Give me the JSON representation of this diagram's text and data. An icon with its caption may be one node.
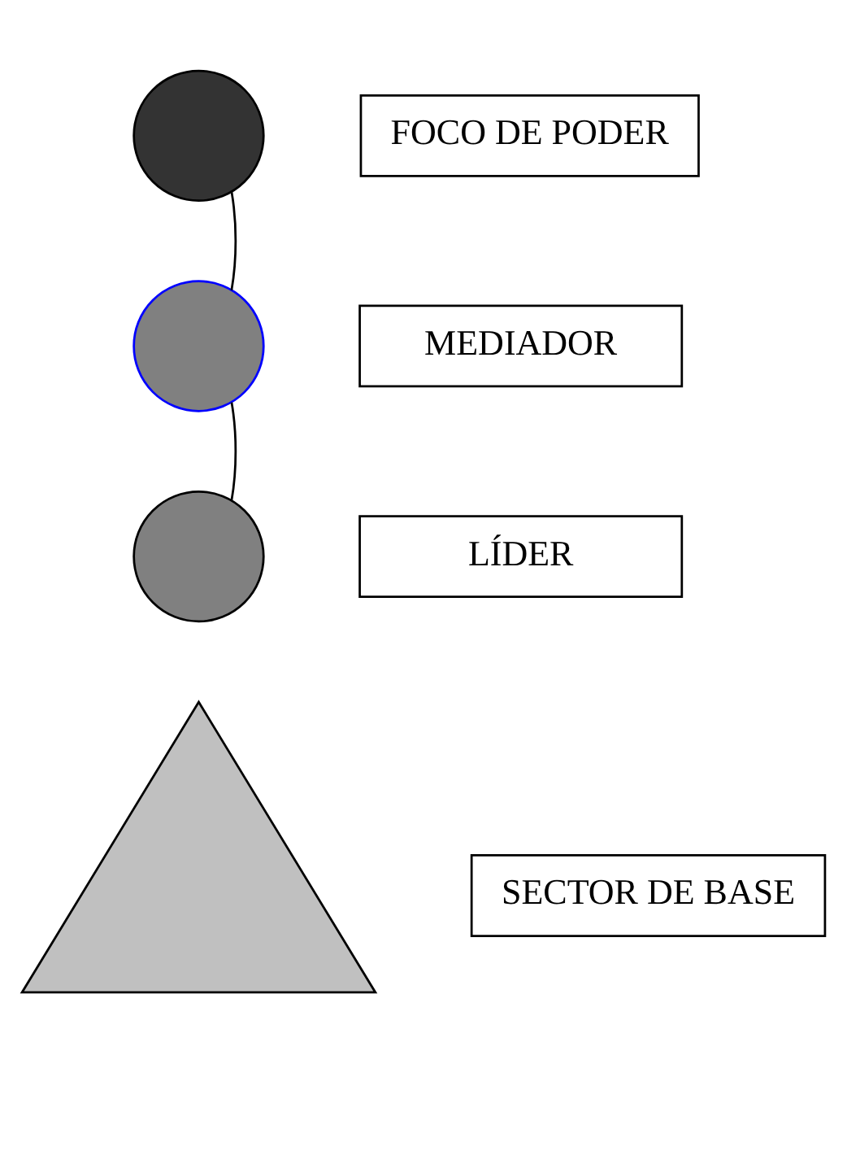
{
  "diagram": {
    "nodes": [
      {
        "text": [],
        "shape": "circle"
      },
      {
        "text": [
          "FOCO DE PODER"
        ]
      },
      {
        "text": [],
        "shape": "circle"
      },
      {
        "text": [
          "MEDIADOR"
        ]
      },
      {
        "text": [],
        "shape": "circle"
      },
      {
        "text": [
          "LÍDER"
        ]
      },
      {
        "text": [],
        "shape": "triangle"
      },
      {
        "text": [
          "SECTOR DE BASE"
        ]
      }
    ],
    "edges": [
      {
        "from": 0,
        "to": 2,
        "arrow": "none"
      },
      {
        "from": 2,
        "to": 4,
        "arrow": "none"
      }
    ]
  }
}
